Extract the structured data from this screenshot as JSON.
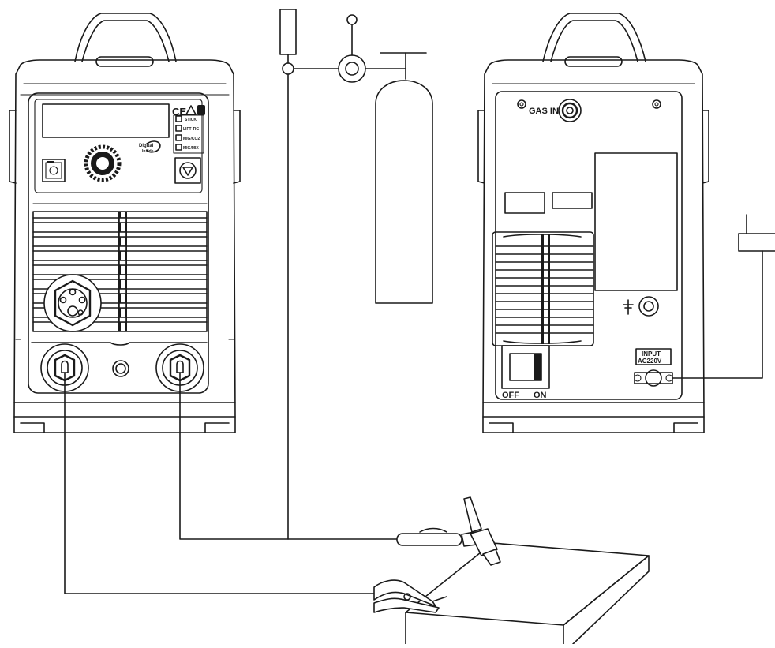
{
  "front_panel": {
    "ce_mark": "CE",
    "mode_labels": [
      "STICK",
      "LIFT TIG",
      "MIG/CO2",
      "MIG/MIX"
    ],
    "logo_text_top": "Digital",
    "logo_text_bottom": "Inside"
  },
  "rear_panel": {
    "gas_in_label": "GAS IN",
    "input_label_line1": "INPUT",
    "input_label_line2": "AC220V",
    "switch_off_label": "OFF",
    "switch_on_label": "ON"
  }
}
